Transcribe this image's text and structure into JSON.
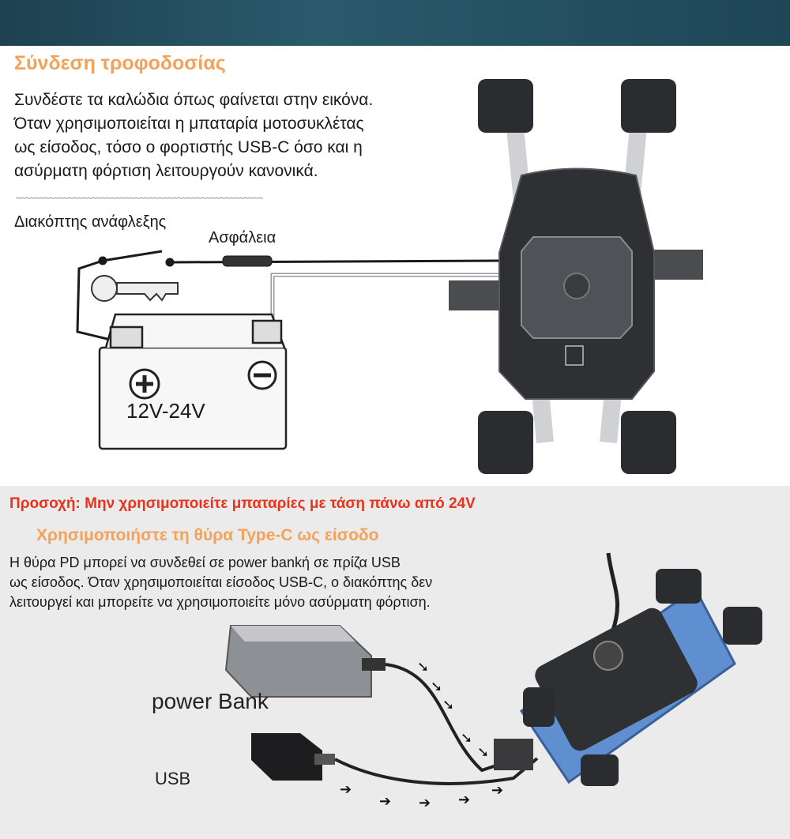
{
  "section1": {
    "title": "Σύνδεση τροφοδοσίας",
    "description_lines": [
      "Συνδέστε τα καλώδια όπως φαίνεται στην εικόνα.",
      "Όταν χρησιμοποιείται η μπαταρία μοτοσυκλέτας",
      "ως είσοδος, τόσο ο φορτιστής USB-C όσο και η",
      "ασύρματη φόρτιση λειτουργούν κανονικά."
    ],
    "divider": "~~~~~~~~~~~~~~~~~~~~~~~~~~~~~~~~~~~~~~~~~~~~~~~~~~~~",
    "ignition_label": "Διακόπτης ανάφλεξης",
    "fuse_label": "Ασφάλεια",
    "battery_voltage": "12V-24V",
    "battery_plus": "+",
    "battery_minus": "−"
  },
  "warning": "Προσοχή: Μην χρησιμοποιείτε μπαταρίες με τάση πάνω από 24V",
  "section2": {
    "title": "Χρησιμοποιήστε τη θύρα Type-C ως είσοδο",
    "description_lines": [
      "Η θύρα PD μπορεί να συνδεθεί σε power bankή σε πρίζα USB",
      "ως είσοδος. Όταν χρησιμοποιείται είσοδος USB-C, ο διακόπτης δεν",
      "λειτουργεί και μπορείτε να χρησιμοποιείτε μόνο ασύρματη φόρτιση."
    ],
    "power_bank_label": "power Bank",
    "usb_label": "USB"
  },
  "colors": {
    "orange": "#f3a25a",
    "warning": "#e8341c",
    "phone_blue": "#5f8fd0",
    "holder": "#2e3034"
  }
}
